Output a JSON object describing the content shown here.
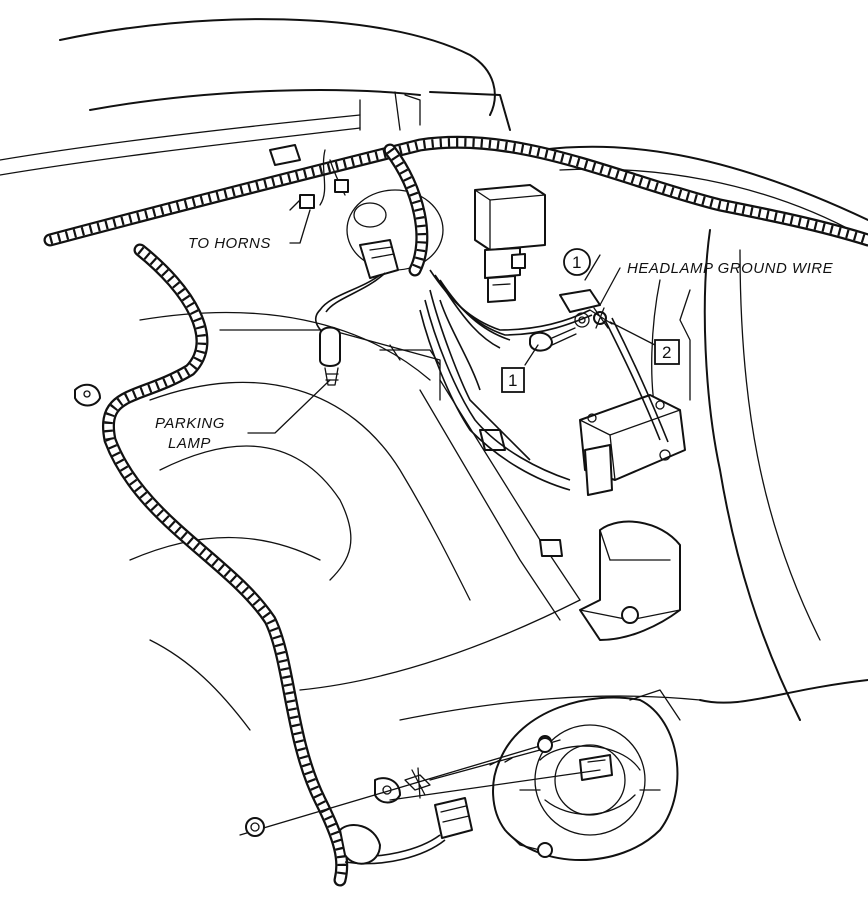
{
  "labels": {
    "to_horns": "TO HORNS",
    "headlamp_ground_wire": "HEADLAMP GROUND WIRE",
    "parking_lamp_line1": "PARKING",
    "parking_lamp_line2": "LAMP"
  },
  "callouts": {
    "circle_1": "1",
    "box_1": "1",
    "box_2": "2"
  }
}
